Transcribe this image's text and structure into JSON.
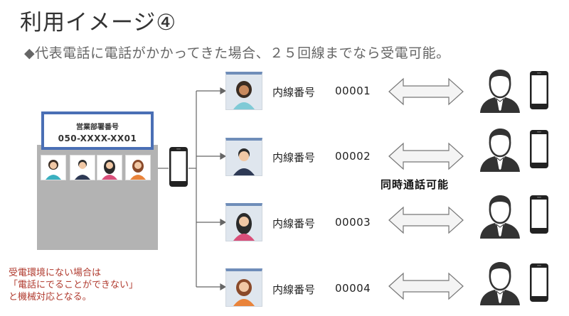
{
  "title": "利用イメージ④",
  "subtitle": "◆代表電話に電話がかかってきた場合、２５回線までなら受電可能。",
  "office": {
    "card_line1": "営業部署番号",
    "card_line2": "050-XXXX-XX01"
  },
  "extensions": [
    {
      "label": "内線番号",
      "number": "00001"
    },
    {
      "label": "内線番号",
      "number": "00002"
    },
    {
      "label": "内線番号",
      "number": "00003"
    },
    {
      "label": "内線番号",
      "number": "00004"
    }
  ],
  "simultaneous_label": "同時通話可能",
  "note": {
    "line1": "受電環境にない場合は",
    "line2": "「電話にでることができない」",
    "line3": "と機械対応となる。"
  },
  "colors": {
    "accent_blue": "#4a6fb5",
    "note_red": "#b03a2e",
    "office_gray": "#b3b3b3"
  }
}
